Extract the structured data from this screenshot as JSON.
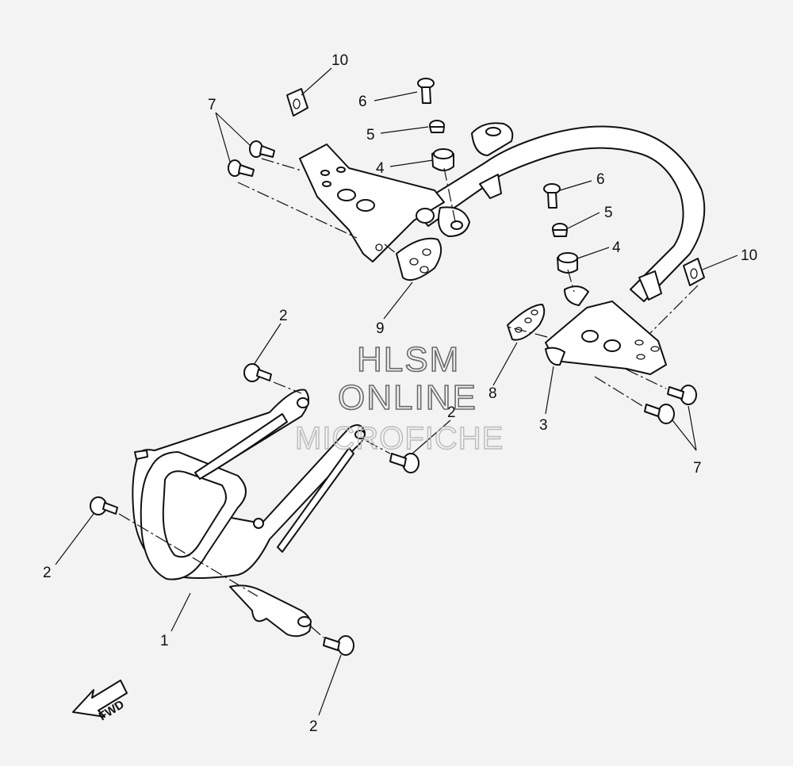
{
  "callouts": {
    "c10_top": "10",
    "c6_top": "6",
    "c5_top": "5",
    "c4_top": "4",
    "c7_top": "7",
    "c9": "9",
    "c6_right": "6",
    "c5_right": "5",
    "c4_right": "4",
    "c10_right": "10",
    "c8": "8",
    "c3": "3",
    "c7_bottom": "7",
    "c2_top": "2",
    "c2_mid": "2",
    "c2_left": "2",
    "c1": "1",
    "c2_bottom": "2"
  },
  "fwd_label": "FWD",
  "watermark": {
    "line1": "HLSM",
    "line2": "ONLINE",
    "line3": "MICROFICHE"
  },
  "colors": {
    "background": "#f3f3f3",
    "ink": "#111111"
  }
}
